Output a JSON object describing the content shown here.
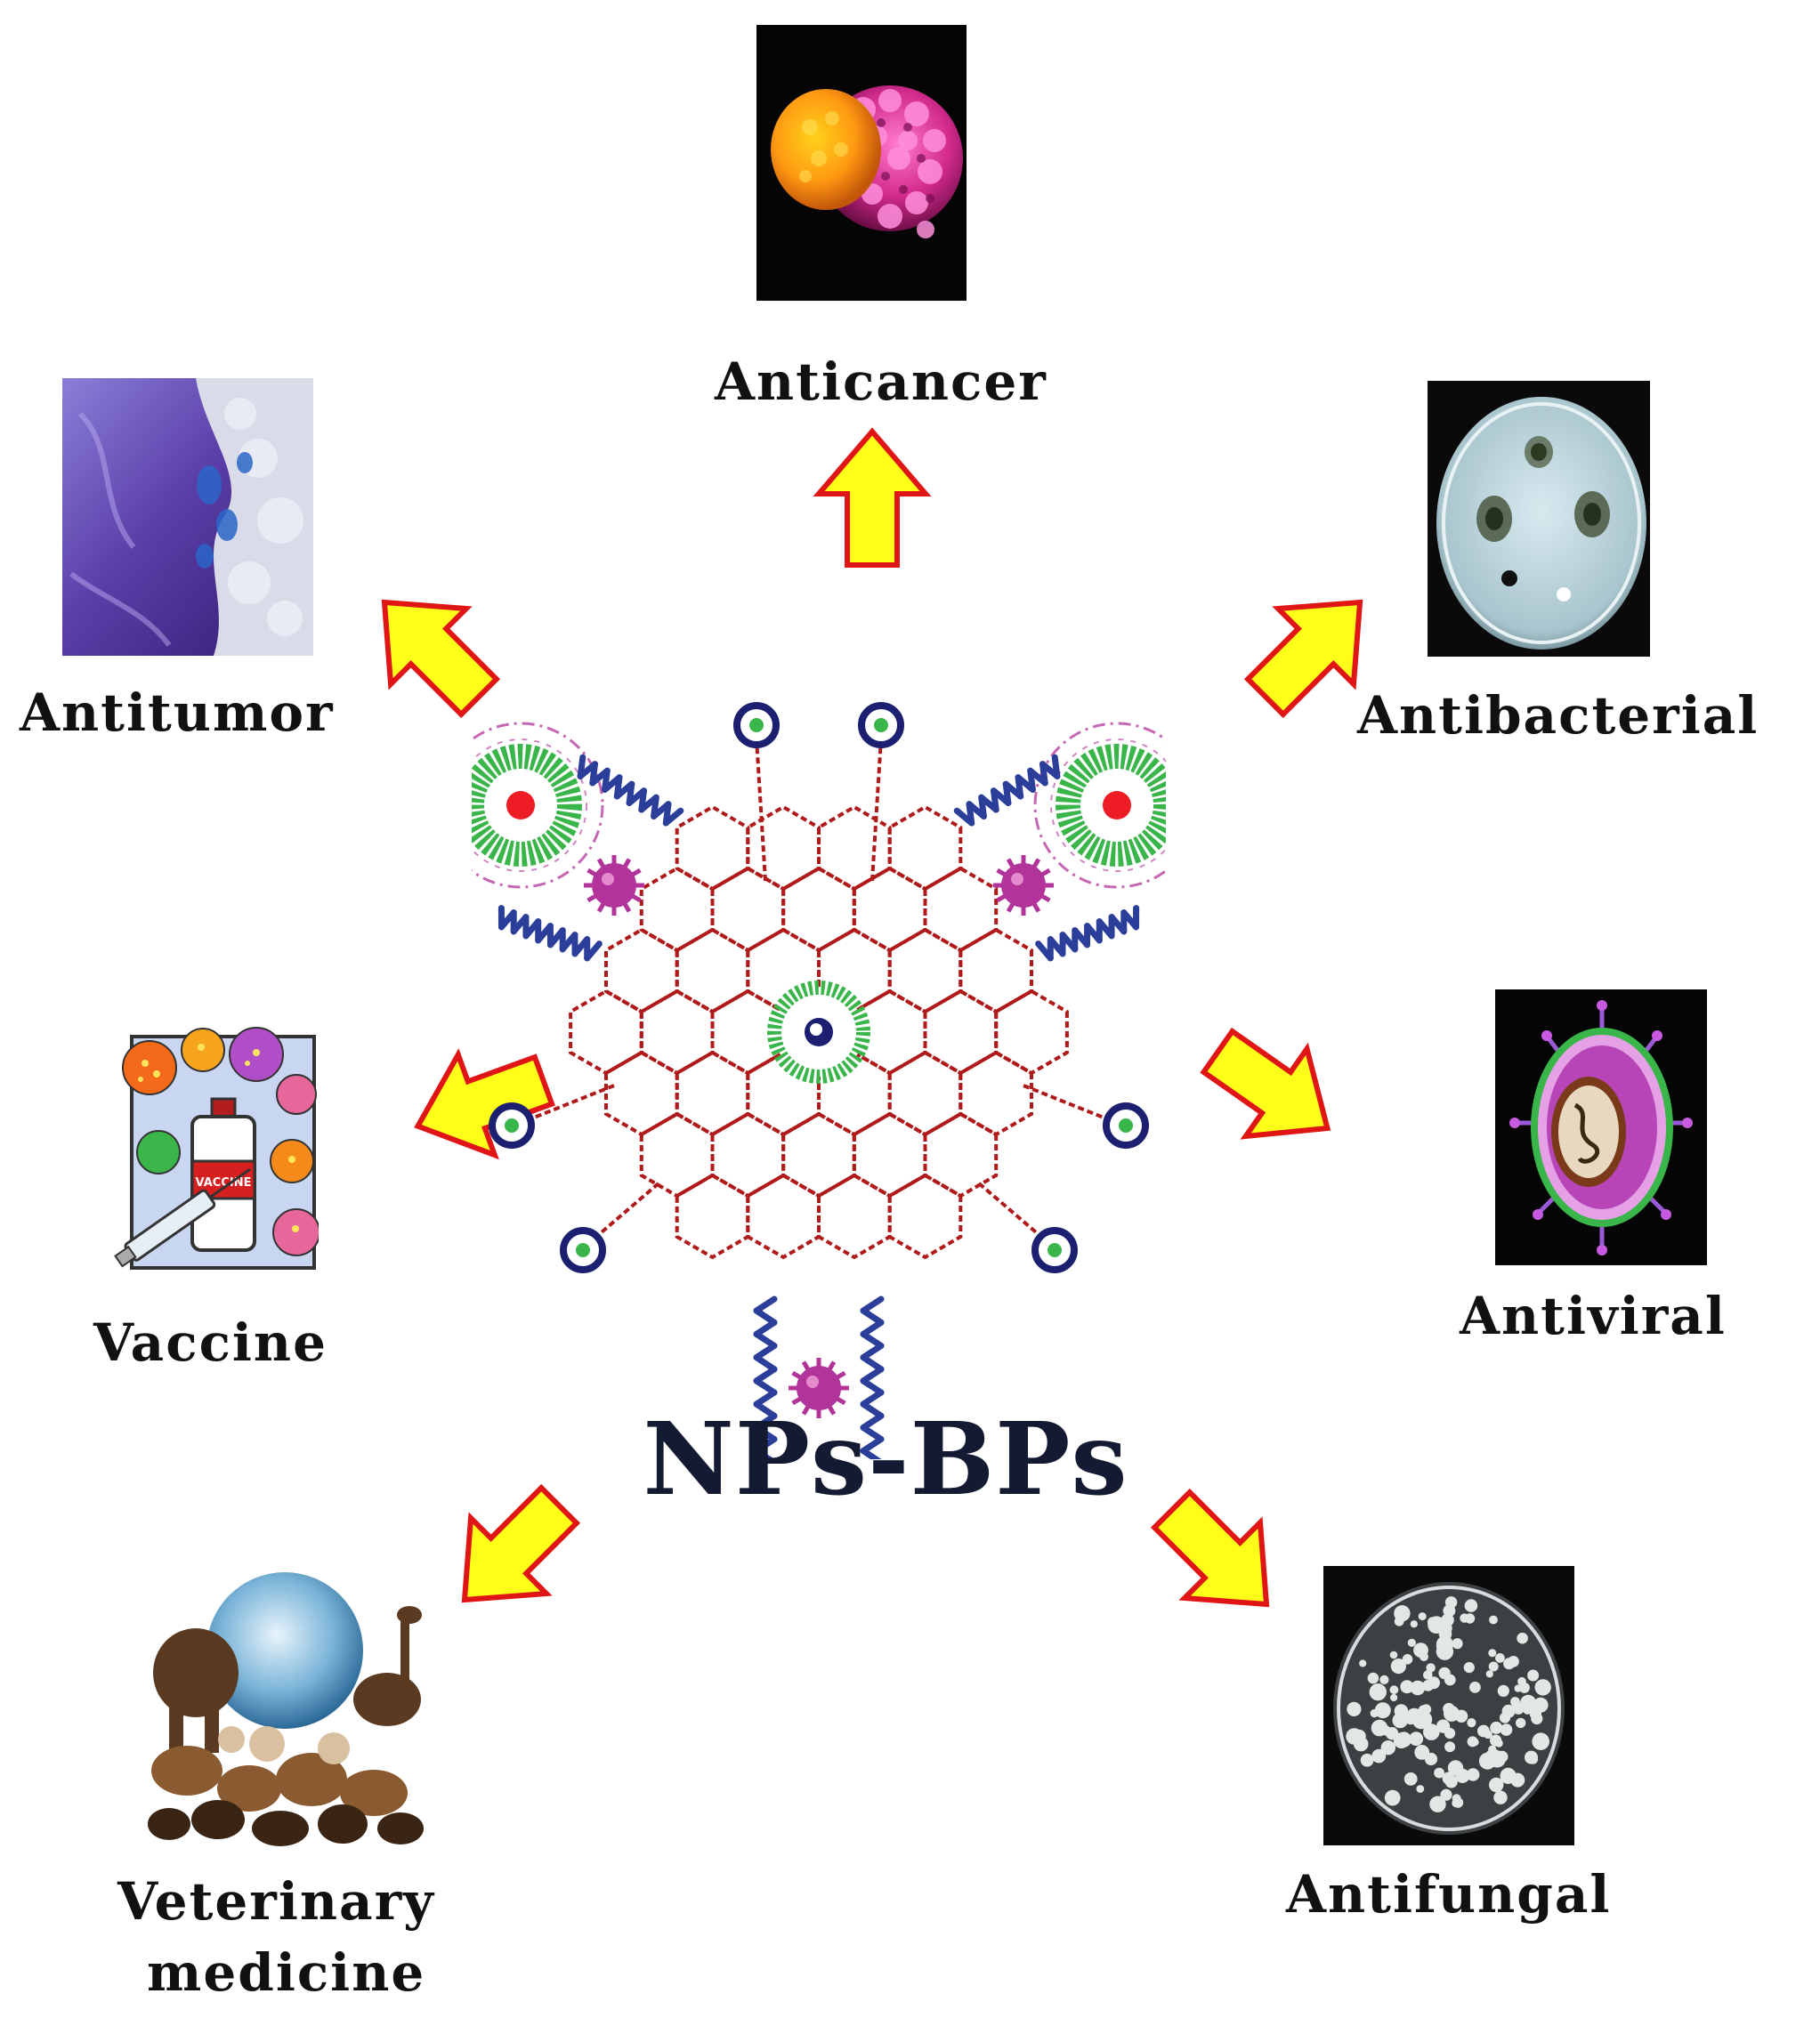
{
  "center_label": "NPs-BPs",
  "applications": [
    {
      "label": "Anticancer"
    },
    {
      "label": "Antibacterial"
    },
    {
      "label": "Antiviral"
    },
    {
      "label": "Antifungal"
    },
    {
      "label": "Veterinary",
      "label2": "medicine"
    },
    {
      "label": "Vaccine"
    },
    {
      "label": "Antitumor"
    }
  ],
  "vaccine_bottle_text": "VACCINE",
  "colors": {
    "arrow_fill": "#ffff1a",
    "arrow_stroke": "#e01616",
    "scaffold": "#b01a1a",
    "ring_green": "#39b54a",
    "ring_navy": "#1b2070",
    "core_red": "#ee1c24",
    "enzyme_purple": "#b2349a",
    "dna_blue": "#2a3e9a"
  }
}
